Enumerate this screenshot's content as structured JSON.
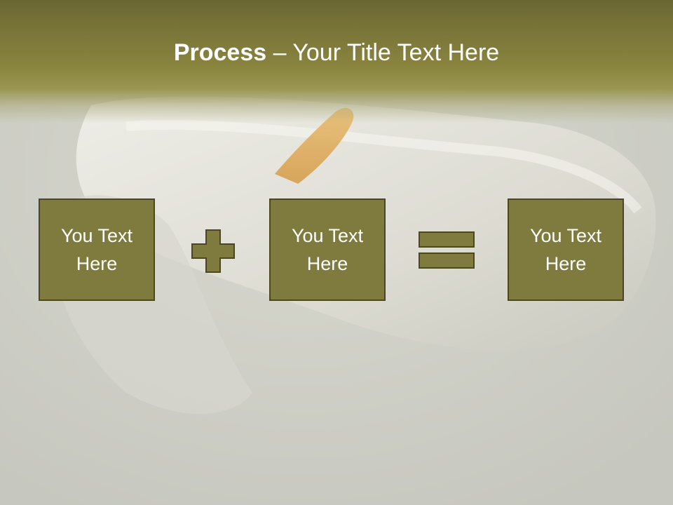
{
  "slide": {
    "title_bold": "Process",
    "title_rest": " – Your Title Text Here"
  },
  "process": {
    "boxes": [
      {
        "text": "You Text Here"
      },
      {
        "text": "You Text Here"
      },
      {
        "text": "You Text Here"
      }
    ],
    "operators": [
      "plus-sign",
      "equals-sign"
    ]
  },
  "colors": {
    "header": "#8a853f",
    "box_fill": "#7f7a3e",
    "box_border": "#4a4722",
    "background": "#c9c9c0"
  }
}
